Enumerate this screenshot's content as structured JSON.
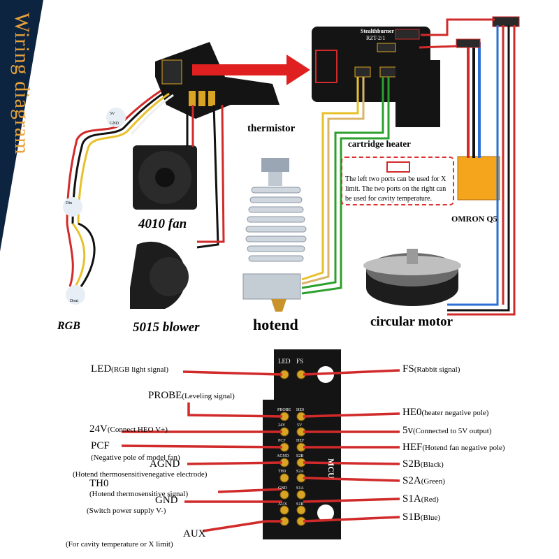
{
  "banner": {
    "title": "Wiring diagram"
  },
  "top": {
    "thermistor": "thermistor",
    "cartridge_heater": "cartridge heater",
    "fan_4010": "4010 fan",
    "blower_5015": "5015 blower",
    "hotend": "hotend",
    "circular_motor": "circular motor",
    "rgb": "RGB",
    "omron": "OMRON Q5",
    "board_title": "Stealthburner",
    "board_sub": "RZT-2/1",
    "note": "The left two ports can be used for X limit. The two ports on the right can be used for cavity temperature.",
    "rgb_pins": [
      "5V",
      "Din",
      "GND",
      "Dout"
    ]
  },
  "pins": {
    "board_top": [
      "LED",
      "FS"
    ],
    "board_left": [
      "PROBE",
      "24V",
      "PCF",
      "AGND",
      "TH0",
      "GND",
      "AUX"
    ],
    "board_right": [
      "HE0",
      "5V",
      "HEF",
      "S2B",
      "S2A",
      "S1A",
      "S1B"
    ],
    "mcu": "MCU"
  },
  "labels_left": [
    {
      "main": "LED",
      "sub": "(RGB light signal)"
    },
    {
      "main": "PROBE",
      "sub": "(Leveling signal)"
    },
    {
      "main": "24V",
      "sub": "(Connect HEO V+)"
    },
    {
      "main": "PCF",
      "sub": "(Negative pole of model fan)"
    },
    {
      "main": "AGND",
      "sub": "(Hotend thermosensitivenegative electrode)"
    },
    {
      "main": "TH0",
      "sub": "(Hotend thermosensitive signal)"
    },
    {
      "main": "GND",
      "sub": "(Switch power supply V-)"
    },
    {
      "main": "AUX",
      "sub": "(For cavity temperature or X limit)"
    }
  ],
  "labels_right": [
    {
      "main": "FS",
      "sub": "(Rabbit signal)"
    },
    {
      "main": "HE0",
      "sub": "(heater negative pole)"
    },
    {
      "main": "5v",
      "sub": "(Connected to 5V output)"
    },
    {
      "main": "HEF",
      "sub": "(Hotend fan negative pole)"
    },
    {
      "main": "S2B",
      "sub": "(Black)"
    },
    {
      "main": "S2A",
      "sub": "(Green)"
    },
    {
      "main": "S1A",
      "sub": "(Red)"
    },
    {
      "main": "S1B",
      "sub": "(Blue)"
    }
  ],
  "colors": {
    "banner": "#0d2440",
    "banner_text": "#e8a23a",
    "wire_red": "#d12a2a",
    "board": "#141414",
    "pcb_gold": "#d9a423"
  }
}
